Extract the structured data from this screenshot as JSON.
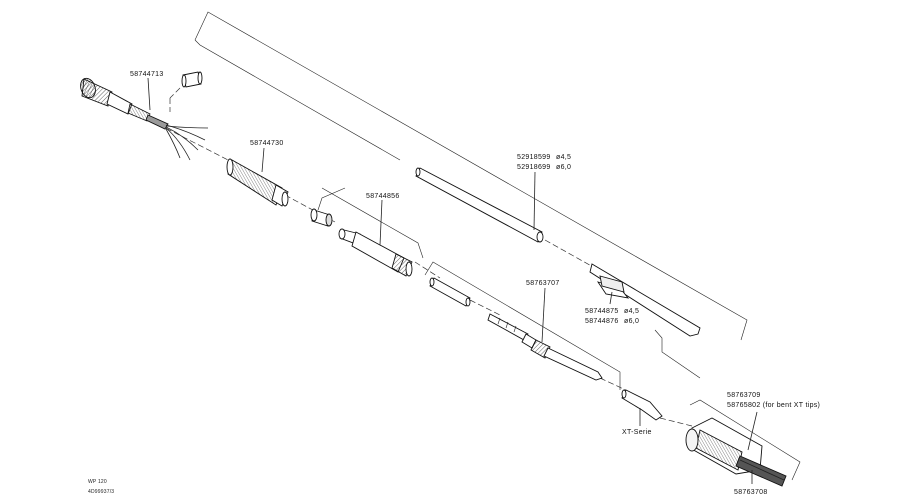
{
  "labels": {
    "p58744713": "58744713",
    "p58744730": "58744730",
    "p58744856": "58744856",
    "p52918599": "52918599",
    "d45a": "ø4,5",
    "p52918699": "52918699",
    "d60a": "ø6,0",
    "p58763707": "58763707",
    "p58744875": "58744875",
    "d45b": "ø4,5",
    "p58744876": "58744876",
    "d60b": "ø6,0",
    "p58763709": "58763709",
    "p58765802": "58765802  (for bent XT tips)",
    "xt_serie": "XT-Serie",
    "p58763708": "58763708"
  },
  "footer": {
    "model": "WP 120",
    "drawing_no": "4D99937/3"
  }
}
